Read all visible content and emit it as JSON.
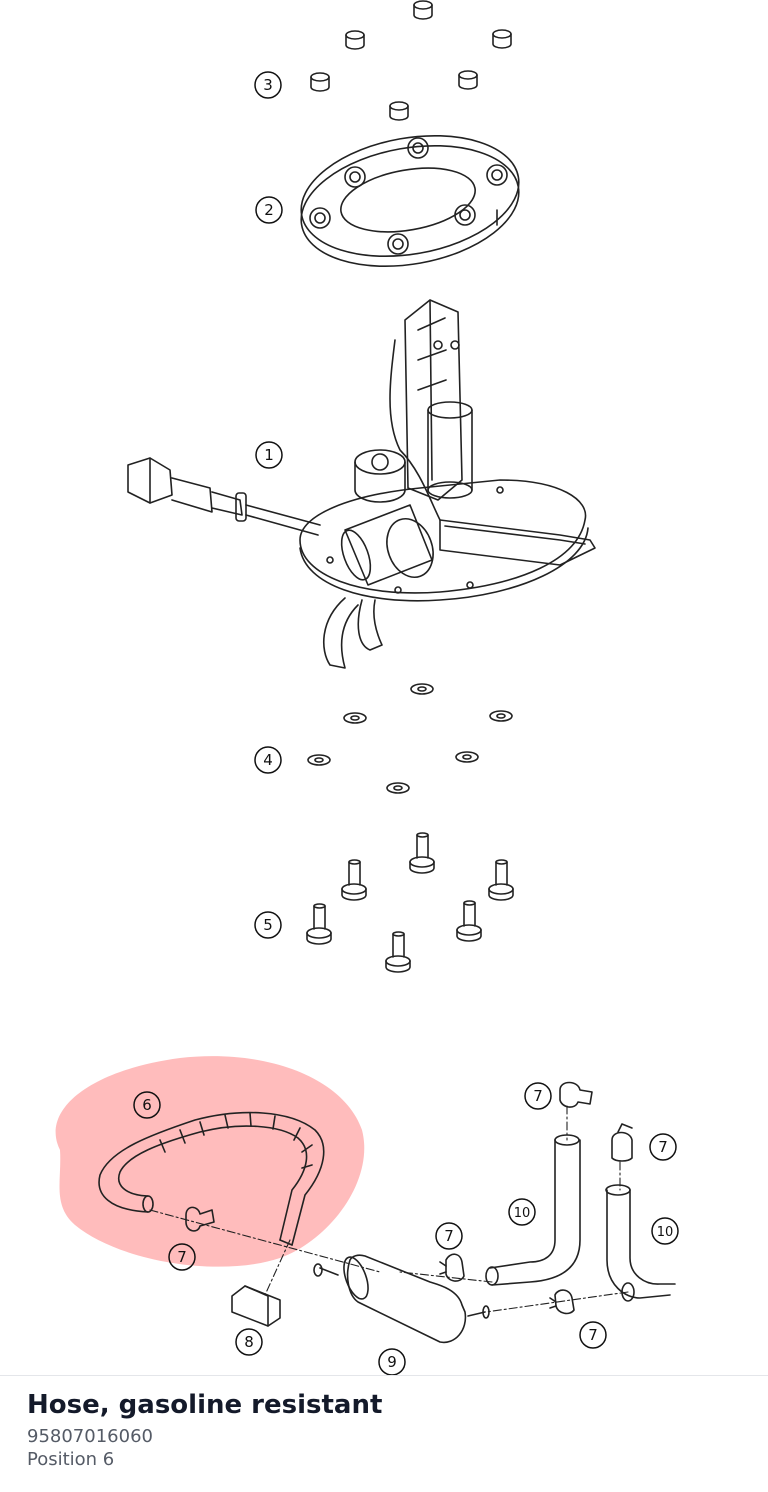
{
  "diagram": {
    "callouts": [
      "1",
      "2",
      "3",
      "4",
      "5",
      "6",
      "7",
      "7",
      "7",
      "7",
      "7",
      "8",
      "9",
      "10",
      "10"
    ],
    "highlight_color": "#ff8f8f"
  },
  "part": {
    "name": "Hose, gasoline resistant",
    "number": "95807016060",
    "position": "Position 6"
  }
}
